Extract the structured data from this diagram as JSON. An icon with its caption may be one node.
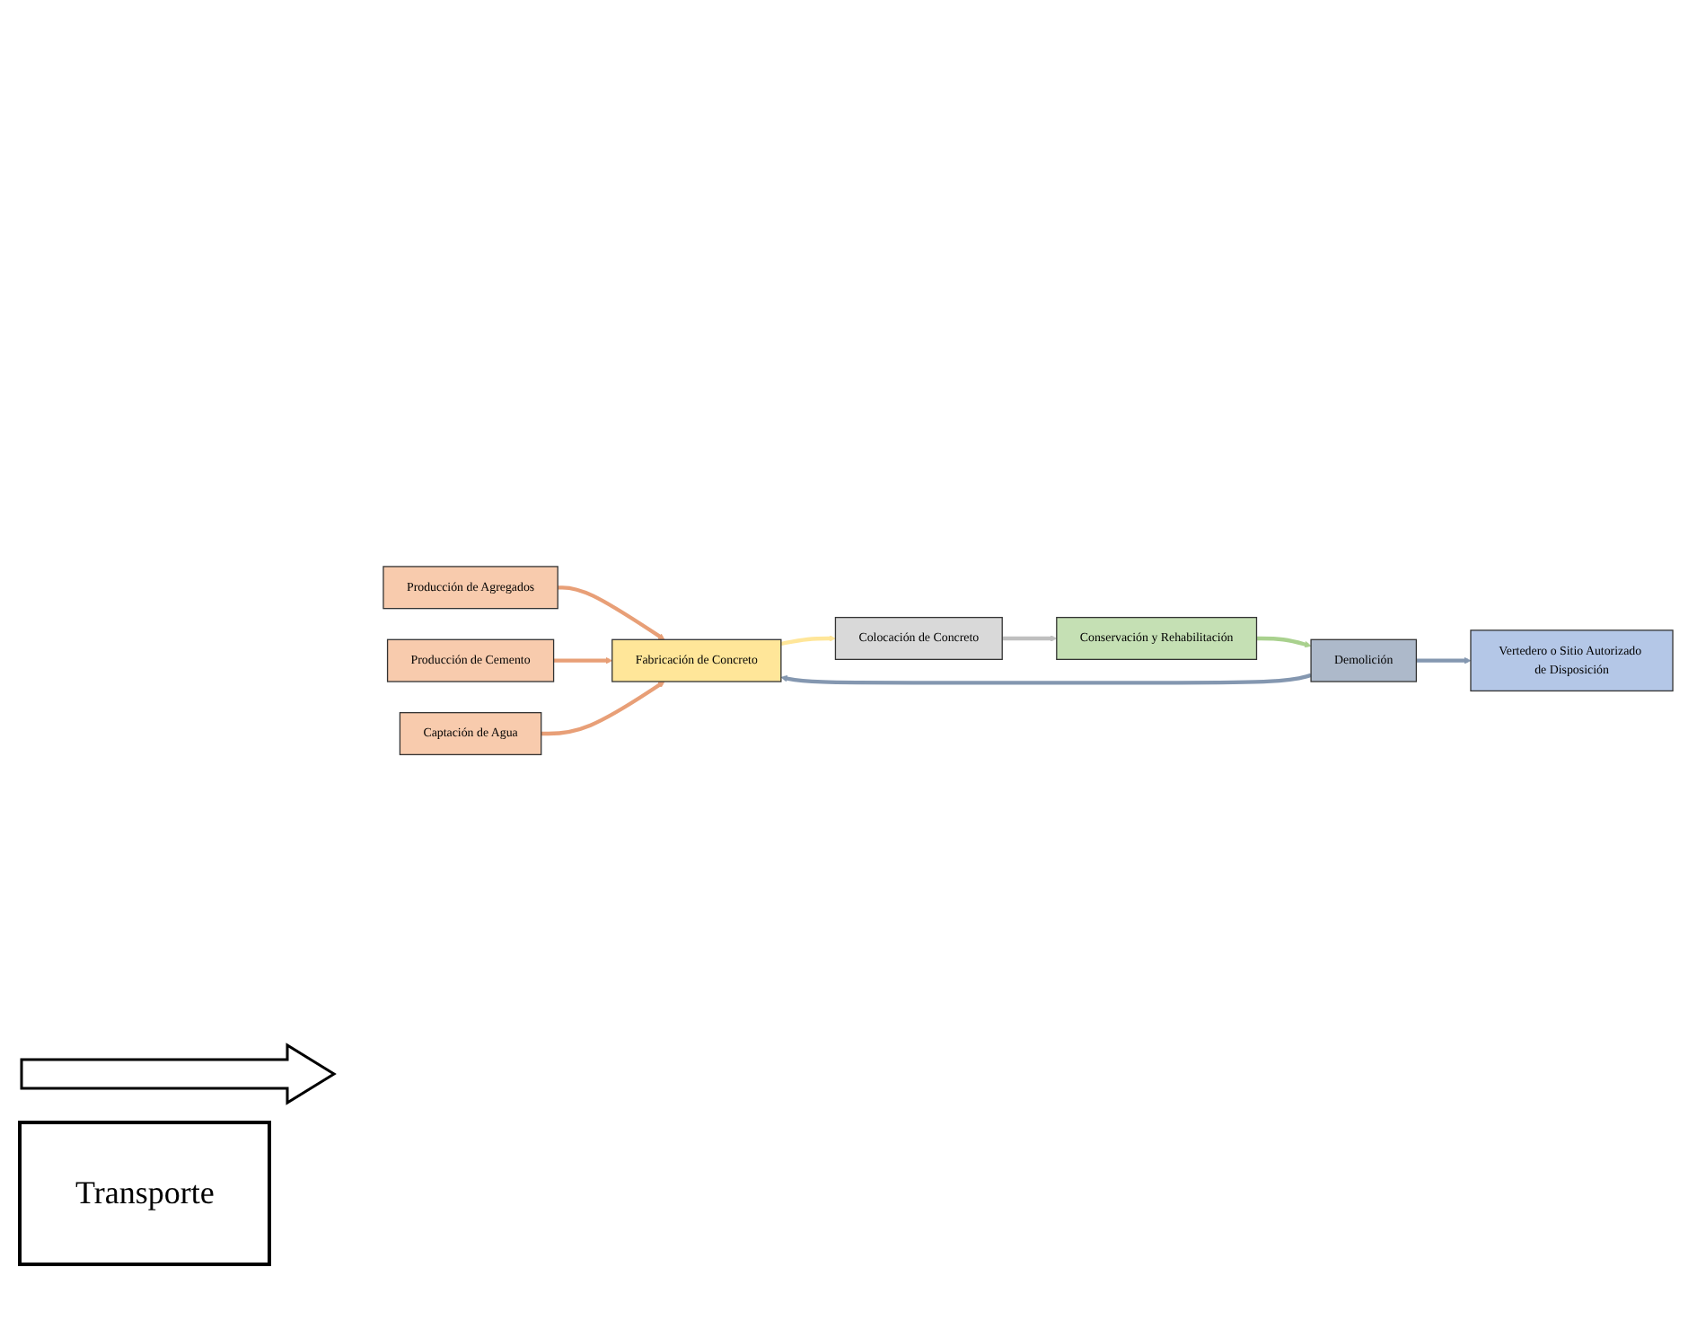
{
  "diagram": {
    "nodes": [
      {
        "text": [
          "Producción de Agregados"
        ]
      },
      {
        "text": [
          "Producción de Cemento"
        ]
      },
      {
        "text": [
          "Captación de Agua"
        ]
      },
      {
        "text": [
          "Fabricación de Concreto"
        ]
      },
      {
        "text": [
          "Colocación de Concreto"
        ]
      },
      {
        "text": [
          "Conservación y Rehabilitación"
        ]
      },
      {
        "text": [
          "Demolición"
        ]
      },
      {
        "text": [
          "Vertedero o Sitio Autorizado de Disposición"
        ]
      }
    ],
    "edges": [
      {
        "from": 0,
        "to": 3,
        "arrow": "to"
      },
      {
        "from": 1,
        "to": 3,
        "arrow": "to"
      },
      {
        "from": 2,
        "to": 3,
        "arrow": "to"
      },
      {
        "from": 3,
        "to": 4,
        "arrow": "to",
        "color": "#ffe699"
      },
      {
        "from": 4,
        "to": 5,
        "arrow": "to",
        "color": "#bfbfbf"
      },
      {
        "from": 5,
        "to": 6,
        "arrow": "to",
        "color": "#a9d18e"
      },
      {
        "from": 6,
        "to": 3,
        "arrow": "to",
        "color": "#8497b0"
      },
      {
        "from": 6,
        "to": 7,
        "arrow": "to",
        "color": "#8497b0"
      }
    ],
    "legend": [
      {
        "text": "Transporte"
      }
    ]
  }
}
